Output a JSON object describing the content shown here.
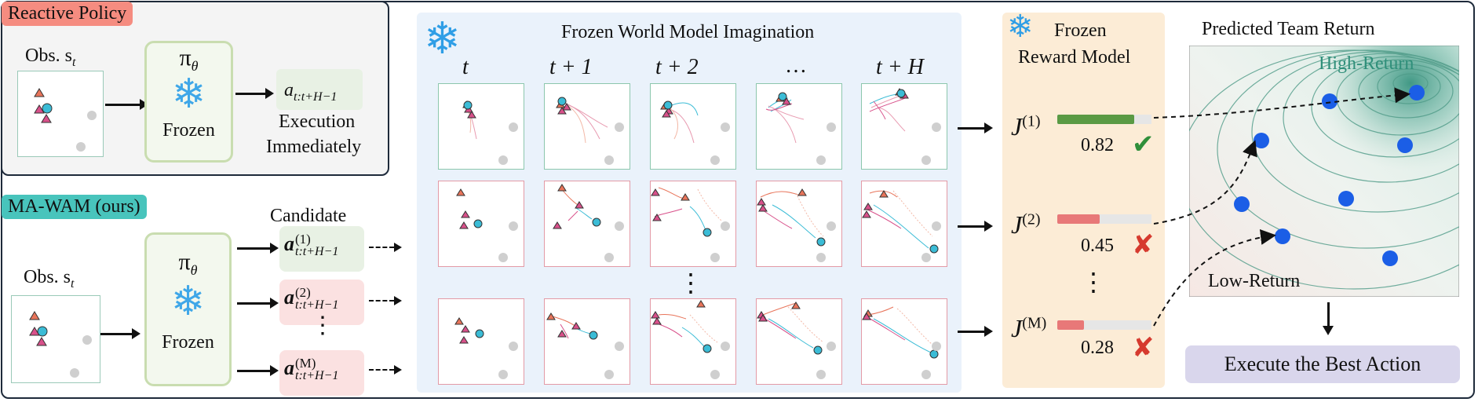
{
  "reactive": {
    "title": "Reactive Policy",
    "obs_label": "Obs. s",
    "obs_sub": "t",
    "policy_symbol": "π",
    "policy_sub": "θ",
    "frozen_label": "Frozen",
    "action_label": "a",
    "action_sub": "t:t+H−1",
    "exec_line1": "Execution",
    "exec_line2": "Immediately"
  },
  "mawam": {
    "title": "MA-WAM (ours)",
    "obs_label": "Obs. s",
    "obs_sub": "t",
    "policy_symbol": "π",
    "policy_sub": "θ",
    "frozen_label": "Frozen",
    "candidate_label": "Candidate",
    "candidate_base": "a",
    "candidate_sub": "t:t+H−1",
    "candidates": [
      {
        "sup": "(1)",
        "color": "#e8f1e4"
      },
      {
        "sup": "(2)",
        "color": "#fbe1e1"
      },
      {
        "sup": "(M)",
        "color": "#fbe1e1"
      }
    ]
  },
  "imagination": {
    "title": "Frozen World Model Imagination",
    "columns": [
      "t",
      "t + 1",
      "t + 2",
      "…",
      "t + H"
    ]
  },
  "reward": {
    "title_line1": "Frozen",
    "title_line2": "Reward Model",
    "items": [
      {
        "label": "J",
        "sup": "(1)",
        "score": "0.82",
        "value": 0.82,
        "mark": "✔",
        "bar_color": "#5a9a44"
      },
      {
        "label": "J",
        "sup": "(2)",
        "score": "0.45",
        "value": 0.45,
        "mark": "✘",
        "bar_color": "#e87878"
      },
      {
        "label": "J",
        "sup": "(M)",
        "score": "0.28",
        "value": 0.28,
        "mark": "✘",
        "bar_color": "#e87878"
      }
    ]
  },
  "returns": {
    "title": "Predicted Team Return",
    "high_label": "High-Return",
    "low_label": "Low-Return",
    "best_action": "Execute the Best Action"
  },
  "colors": {
    "agent_cyan": "#3bbcd6",
    "agent_pink": "#d8508a",
    "agent_orange": "#e8745a",
    "accent_green": "#2f8f3a",
    "accent_red": "#d63a2e",
    "contour": "#2f8f7a",
    "point": "#1b5ee6"
  }
}
